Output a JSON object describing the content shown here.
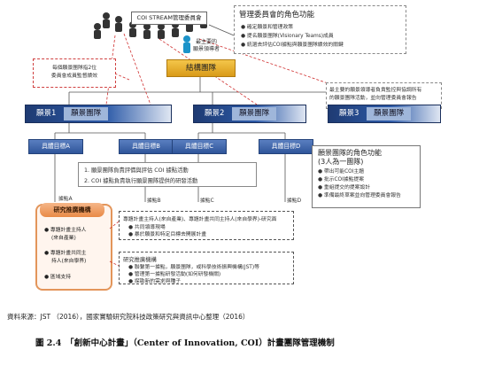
{
  "committee": {
    "title": "COI STREAM管理委員會",
    "role_title": "管理委員會的角色功能",
    "roles": [
      "● 確定願景和管理政策",
      "● 提名願景團隊(Visionary Teams)成員",
      "● 統選去評估COI據點與願景團隊績效的關鍵"
    ]
  },
  "leader_label": [
    "最主要的",
    "願景領導者"
  ],
  "structure_team": "結構團隊",
  "notes": {
    "left": [
      "每個願景團隊指2位",
      "委員會成員監督績效"
    ],
    "right": [
      "最主要的願景領導者負責監控與協調所有",
      "的願景團隊活動，並向管理委員會報告"
    ]
  },
  "teams": [
    {
      "label": "願景1",
      "inner": "願景團隊"
    },
    {
      "label": "願景2",
      "inner": "願景團隊"
    },
    {
      "label": "願景3",
      "inner": "願景團隊"
    }
  ],
  "goals": [
    "具體目標A",
    "具體目標B",
    "具體目標C",
    "具體目標D"
  ],
  "team_function": {
    "title": "願景團隊的角色功能",
    "subtitle": "(3人為一團隊)",
    "items": [
      "● 帶出可能COI主題",
      "● 批示COI據點提案",
      "● 重組提交的提案設計",
      "● 準備最終草案並向管理委員會報告"
    ]
  },
  "responsibilities": [
    "1. 願景團隊負責評價與評估 COI 據點活動",
    "2. COI 據點負責執行願景團隊提供的研發活動"
  ],
  "site_labels": [
    "據點A",
    "據點B",
    "據點C",
    "據點D"
  ],
  "research_center": {
    "title": "研究推廣機構",
    "items": [
      "● 專題計畫主持人",
      "(來自產業)",
      "● 專題計畫共同主",
      "持人(來自學界)",
      "● 區域支持"
    ]
  },
  "pi_box": {
    "title": "專題計畫主持人(來自產業)、專題計畫共同主持人(來自學界)-研究面",
    "items": [
      "● 共同領導現場",
      "● 暴於願景和特定目標去開展計畫"
    ]
  },
  "research_institutes": {
    "title": "研究推廣機構",
    "items": [
      "● 聯繫第一據點，願景團隊，或科學技術振興機構(JST)等",
      "● 管理第一據點研發活動(如何研發機關)",
      "● 探勘新的需求與種子"
    ]
  },
  "caption_source": "資料來源：JST （2016），國家實驗研究院科技政策研究與資訊中心整理（2016）",
  "caption_figure": "圖 2.4　「創新中心計畫」（Center of Innovation, COI）計畫團隊管理機制"
}
